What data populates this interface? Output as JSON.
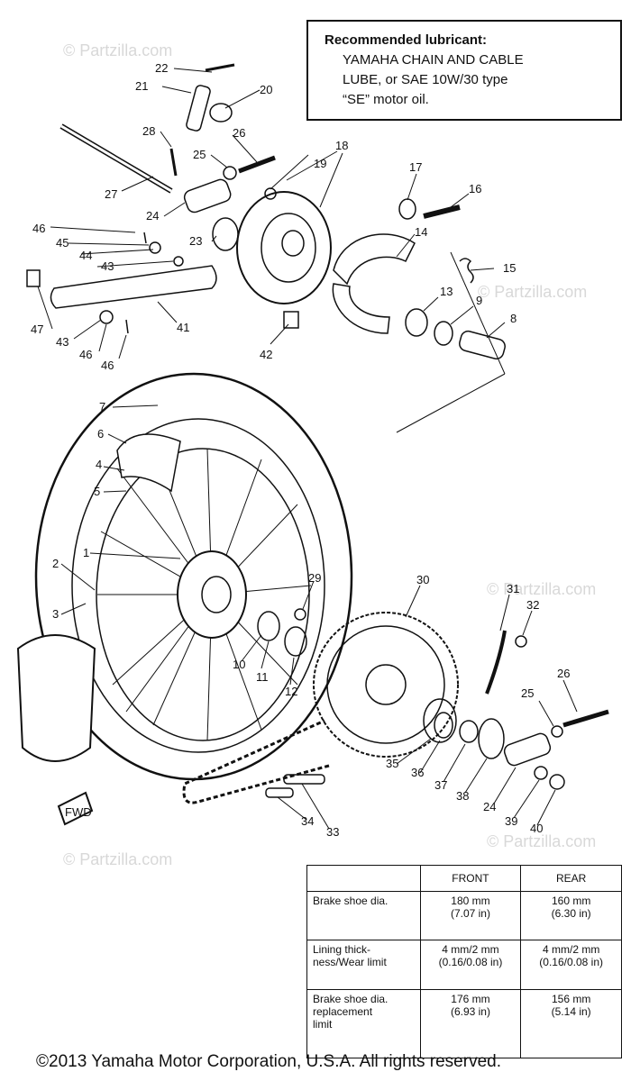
{
  "lubricant": {
    "heading": "Recommended lubricant:",
    "line1": "YAMAHA CHAIN AND CABLE",
    "line2": "LUBE, or SAE 10W/30 type",
    "line3": "“SE” motor oil."
  },
  "spec_table": {
    "headers": [
      "FRONT",
      "REAR"
    ],
    "rows": [
      {
        "label": "Brake shoe dia.",
        "front": "180 mm",
        "front_in": "(7.07 in)",
        "rear": "160 mm",
        "rear_in": "(6.30 in)"
      },
      {
        "label": "Lining thick-",
        "label2": "ness/Wear limit",
        "front": "4 mm/2 mm",
        "front_in": "(0.16/0.08 in)",
        "rear": "4 mm/2 mm",
        "rear_in": "(0.16/0.08 in)"
      },
      {
        "label": "Brake shoe dia.",
        "label2": "replacement",
        "label3": "limit",
        "front": "176 mm",
        "front_in": "(6.93 in)",
        "rear": "156 mm",
        "rear_in": "(5.14 in)"
      }
    ]
  },
  "copyright": "©2013 Yamaha Motor Corporation, U.S.A. All rights reserved.",
  "watermark": "© Partzilla.com",
  "fwd_label": "FWD",
  "callouts": [
    "1",
    "2",
    "3",
    "4",
    "5",
    "6",
    "7",
    "8",
    "9",
    "10",
    "11",
    "12",
    "13",
    "14",
    "15",
    "16",
    "17",
    "18",
    "19",
    "20",
    "21",
    "22",
    "23",
    "24",
    "25",
    "26",
    "27",
    "28",
    "29",
    "30",
    "31",
    "32",
    "33",
    "34",
    "35",
    "36",
    "37",
    "38",
    "39",
    "40",
    "41",
    "42",
    "43",
    "44",
    "45",
    "46",
    "47"
  ]
}
